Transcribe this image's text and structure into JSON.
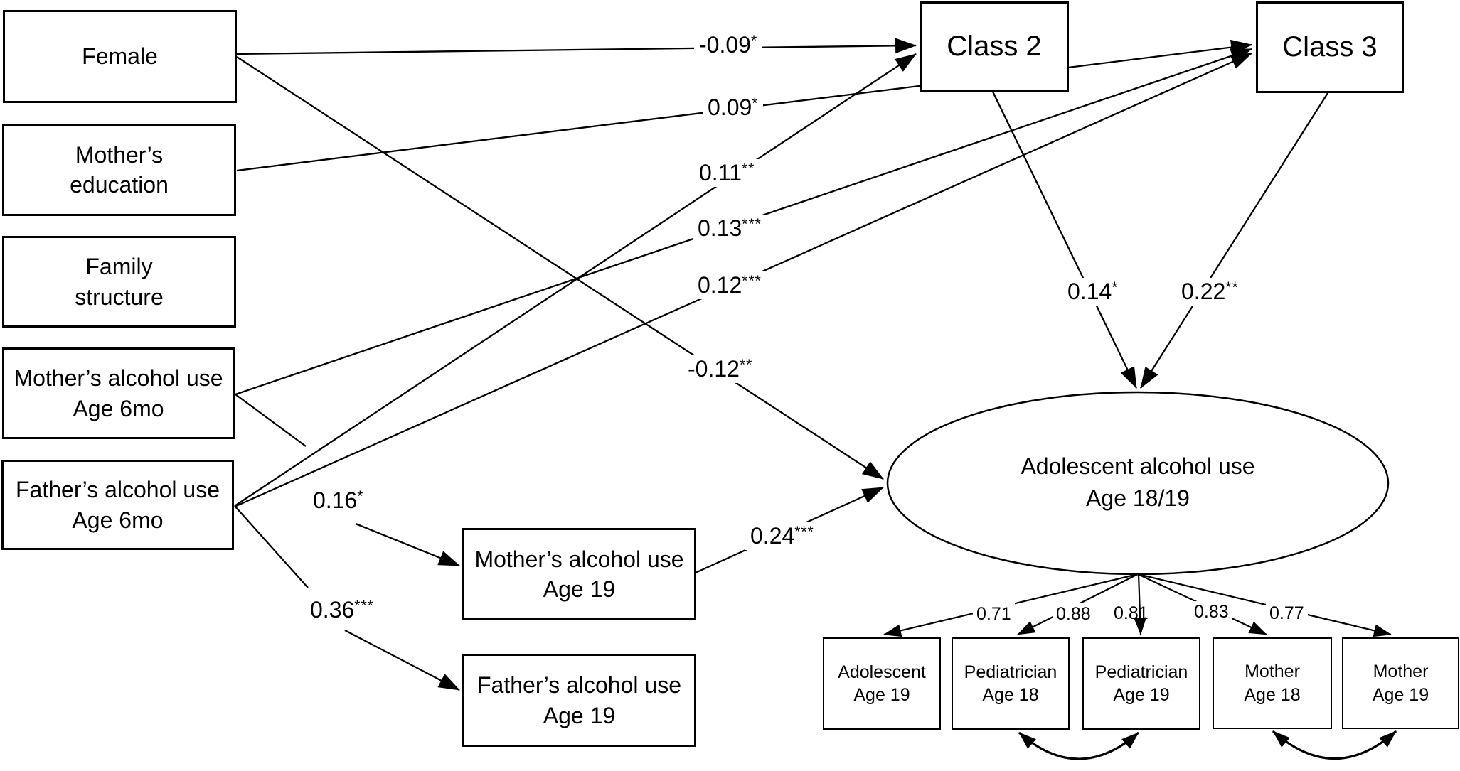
{
  "diagram": {
    "type": "structural-equation-path-model",
    "nodes": {
      "female": "Female",
      "mothers_education": "Mother’s\neducation",
      "family_structure": "Family\nstructure",
      "mothers_alcohol_6mo": "Mother’s alcohol use\nAge 6mo",
      "fathers_alcohol_6mo": "Father’s alcohol use\nAge 6mo",
      "class2": "Class 2",
      "class3": "Class 3",
      "mothers_alcohol_19": "Mother’s alcohol use\nAge 19",
      "fathers_alcohol_19": "Father’s alcohol use\nAge 19",
      "latent": "Adolescent alcohol use\nAge 18/19",
      "adolescent_19": "Adolescent\nAge 19",
      "pediatrician_18": "Pediatrician\nAge 18",
      "pediatrician_19": "Pediatrician\nAge 19",
      "mother_18": "Mother\nAge 18",
      "mother_19": "Mother\nAge 19"
    },
    "path_coefficients": [
      {
        "value": "-0.09",
        "stars": "*",
        "from": "Female",
        "to": "Class 2"
      },
      {
        "value": "0.09",
        "stars": "*",
        "from": "Mother’s education",
        "to": "Class 3"
      },
      {
        "value": "0.11",
        "stars": "**",
        "from": "Father’s alcohol use Age 6mo",
        "to": "Class 2"
      },
      {
        "value": "0.13",
        "stars": "***",
        "from": "Mother’s alcohol use Age 6mo",
        "to": "Class 3"
      },
      {
        "value": "0.12",
        "stars": "***",
        "from": "Father’s alcohol use Age 6mo",
        "to": "Class 3"
      },
      {
        "value": "-0.12",
        "stars": "**",
        "from": "Female",
        "to": "Adolescent alcohol use Age 18/19"
      },
      {
        "value": "0.16",
        "stars": "*",
        "from": "Mother’s alcohol use Age 6mo",
        "to": "Mother’s alcohol use Age 19"
      },
      {
        "value": "0.36",
        "stars": "***",
        "from": "Father’s alcohol use Age 6mo",
        "to": "Father’s alcohol use Age 19"
      },
      {
        "value": "0.24",
        "stars": "***",
        "from": "Mother’s alcohol use Age 19",
        "to": "Adolescent alcohol use Age 18/19"
      },
      {
        "value": "0.14",
        "stars": "*",
        "from": "Class 2",
        "to": "Adolescent alcohol use Age 18/19"
      },
      {
        "value": "0.22",
        "stars": "**",
        "from": "Class 3",
        "to": "Adolescent alcohol use Age 18/19"
      }
    ],
    "loadings": [
      {
        "value": "0.71",
        "indicator": "Adolescent Age 19"
      },
      {
        "value": "0.88",
        "indicator": "Pediatrician Age 18"
      },
      {
        "value": "0.81",
        "indicator": "Pediatrician Age 19"
      },
      {
        "value": "0.83",
        "indicator": "Mother Age 18"
      },
      {
        "value": "0.77",
        "indicator": "Mother Age 19"
      }
    ],
    "covariances": [
      {
        "between": "Pediatrician Age 18",
        "and": "Pediatrician Age 19"
      },
      {
        "between": "Mother Age 18",
        "and": "Mother Age 19"
      }
    ],
    "colors": {
      "stroke": "#000000",
      "fill": "#ffffff"
    }
  }
}
